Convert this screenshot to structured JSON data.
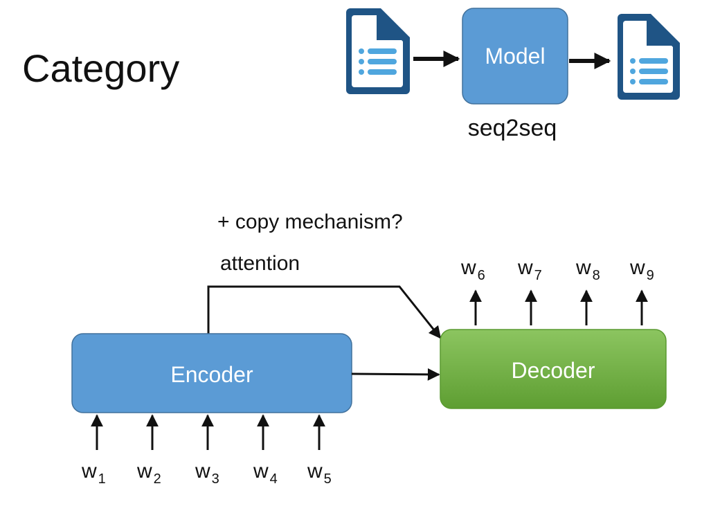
{
  "slide": {
    "title": "Category"
  },
  "top_flow": {
    "model_label": "Model",
    "caption": "seq2seq"
  },
  "architecture": {
    "copy_label": "+ copy mechanism?",
    "attention_label": "attention",
    "encoder_label": "Encoder",
    "decoder_label": "Decoder",
    "encoder_inputs": [
      {
        "base": "w",
        "sub": "1"
      },
      {
        "base": "w",
        "sub": "2"
      },
      {
        "base": "w",
        "sub": "3"
      },
      {
        "base": "w",
        "sub": "4"
      },
      {
        "base": "w",
        "sub": "5"
      }
    ],
    "decoder_outputs": [
      {
        "base": "w",
        "sub": "6"
      },
      {
        "base": "w",
        "sub": "7"
      },
      {
        "base": "w",
        "sub": "8"
      },
      {
        "base": "w",
        "sub": "9"
      }
    ]
  },
  "colors": {
    "model_fill": "#5b9bd5",
    "encoder_fill": "#5b9bd5",
    "decoder_fill_top": "#8cc560",
    "decoder_fill_bottom": "#5e9e32",
    "doc_icon_blue": "#1f5485",
    "doc_icon_list": "#4fa6de"
  },
  "icons": {
    "input_document": "document-list-icon",
    "output_document": "document-list-icon"
  }
}
